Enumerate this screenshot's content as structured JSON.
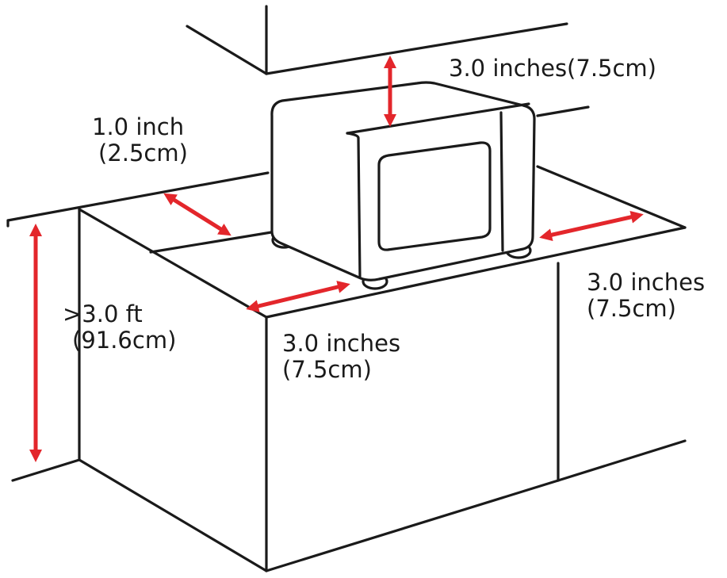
{
  "colors": {
    "ink": "#1a1a1a",
    "arrow": "#e3262b",
    "background": "#ffffff"
  },
  "clearances": {
    "top": {
      "label": "3.0 inches(7.5cm)"
    },
    "side_left": {
      "line1": "1.0 inch",
      "line2": "(2.5cm)"
    },
    "height": {
      "line1": ">3.0 ft",
      "line2": "(91.6cm)"
    },
    "front": {
      "line1": "3.0 inches",
      "line2": "(7.5cm)"
    },
    "side_right": {
      "line1": "3.0 inches",
      "line2": "(7.5cm)"
    }
  }
}
